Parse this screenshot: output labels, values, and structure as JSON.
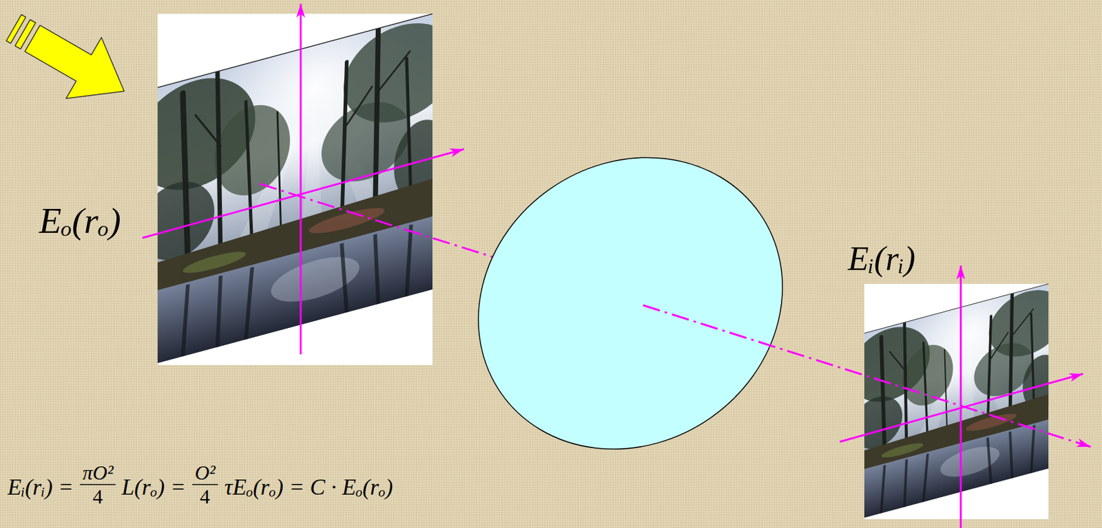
{
  "diagram": {
    "labels": [
      "Eₒ(rₒ)",
      "Eᵢ(rᵢ)",
      "Eᵢ(rᵢ) =",
      "πO²",
      "4",
      "L(rₒ) =",
      "O²",
      "4",
      "τEₒ(rₒ) = C · Eₒ(rₒ)"
    ]
  }
}
